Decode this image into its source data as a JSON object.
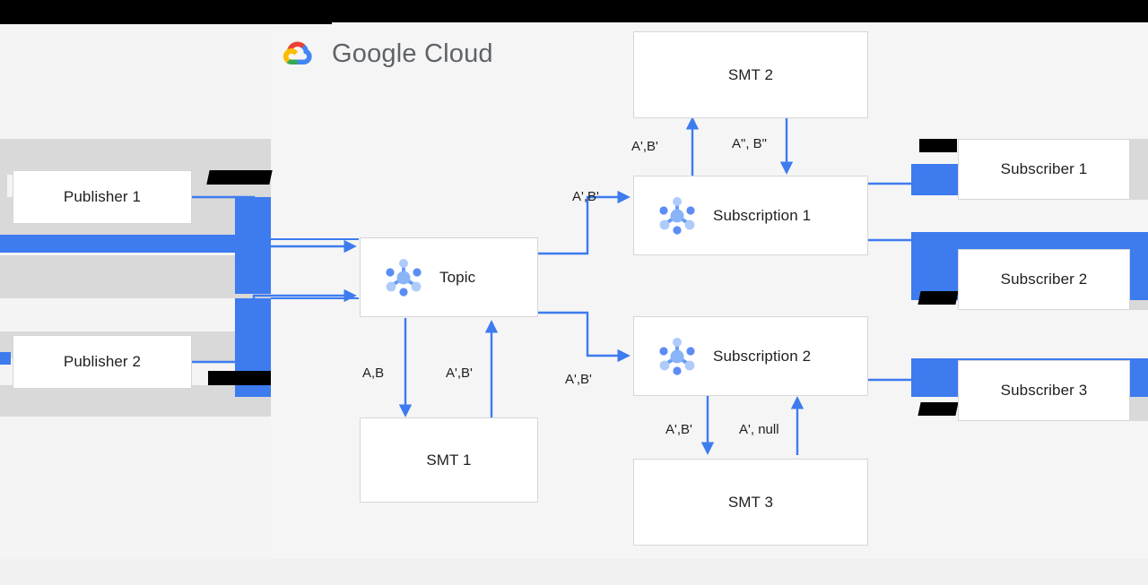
{
  "brand": {
    "logo_icon": "google-cloud-logo-icon",
    "name": "Google Cloud",
    "accent_blue": "#3d7bef",
    "logo_colors": [
      "#ea4335",
      "#fbbc04",
      "#34a853",
      "#4285f4"
    ]
  },
  "diagram": {
    "type": "flow-diagram",
    "nodes": [
      {
        "id": "publisher-1",
        "label": "Publisher 1",
        "icon": null
      },
      {
        "id": "publisher-2",
        "label": "Publisher 2",
        "icon": null
      },
      {
        "id": "topic",
        "label": "Topic",
        "icon": "pubsub-topic-icon"
      },
      {
        "id": "smt-1",
        "label": "SMT 1",
        "icon": null
      },
      {
        "id": "smt-2",
        "label": "SMT 2",
        "icon": null
      },
      {
        "id": "smt-3",
        "label": "SMT 3",
        "icon": null
      },
      {
        "id": "subscription-1",
        "label": "Subscription 1",
        "icon": "pubsub-subscription-icon"
      },
      {
        "id": "subscription-2",
        "label": "Subscription 2",
        "icon": "pubsub-subscription-icon"
      },
      {
        "id": "subscriber-1",
        "label": "Subscriber 1",
        "icon": null
      },
      {
        "id": "subscriber-2",
        "label": "Subscriber 2",
        "icon": null
      },
      {
        "id": "subscriber-3",
        "label": "Subscriber 3",
        "icon": null
      }
    ],
    "edge_labels": [
      {
        "id": "topic-to-smt1",
        "text": "A,B"
      },
      {
        "id": "smt1-to-topic",
        "text": "A',B'"
      },
      {
        "id": "topic-to-sub1",
        "text": "A',B'"
      },
      {
        "id": "topic-to-sub2",
        "text": "A',B'"
      },
      {
        "id": "sub1-to-smt2",
        "text": "A',B'"
      },
      {
        "id": "smt2-to-sub1",
        "text": "A\", B\""
      },
      {
        "id": "sub2-to-smt3",
        "text": "A',B'"
      },
      {
        "id": "smt3-to-sub2",
        "text": "A', null"
      }
    ]
  }
}
